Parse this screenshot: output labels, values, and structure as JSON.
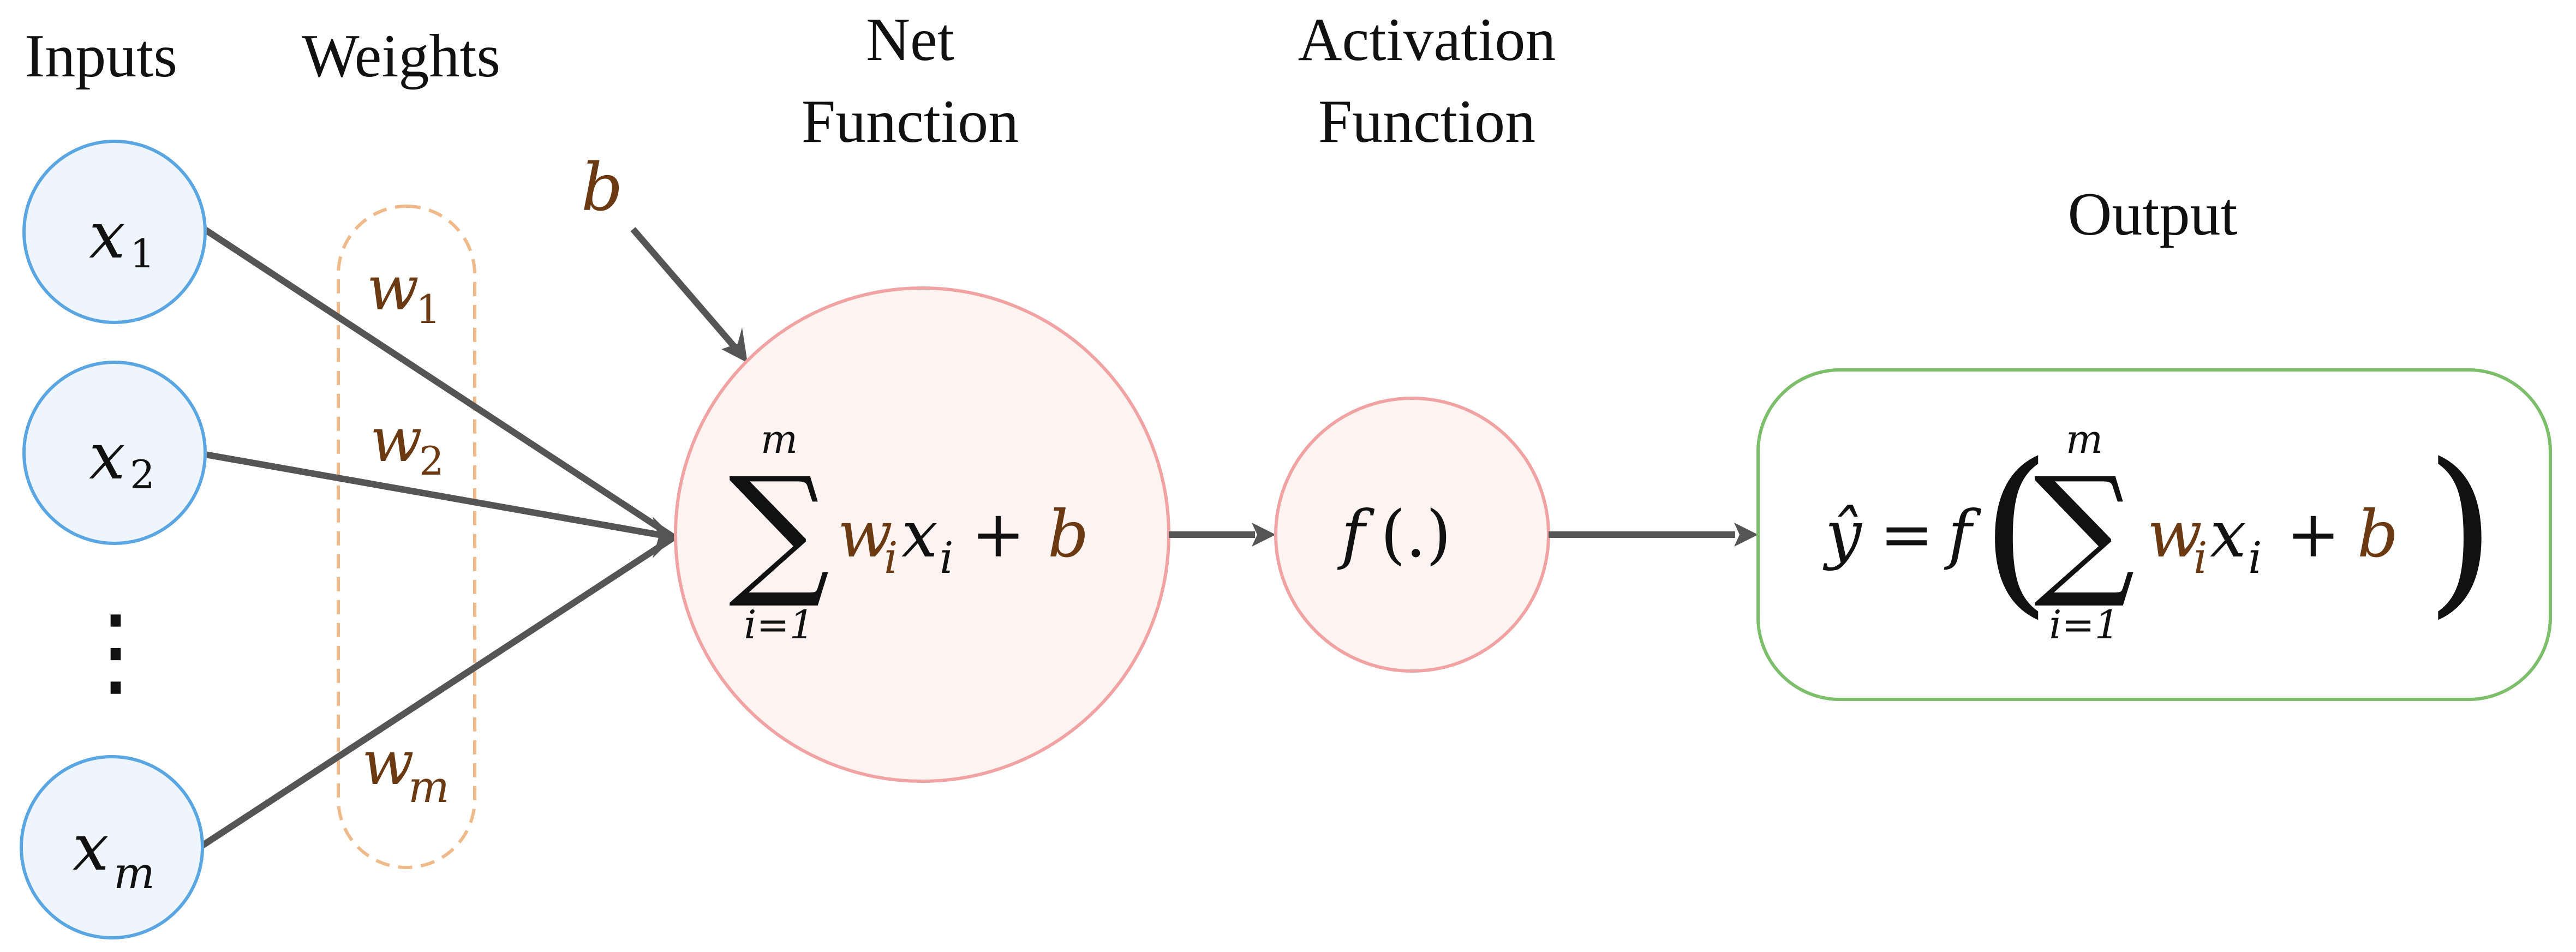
{
  "colors": {
    "input_fill": "#eef5fc",
    "input_stroke": "#5aa6e2",
    "weight_stroke": "#f0b98a",
    "neuron_fill": "#fdf4f1",
    "neuron_stroke": "#f1a3a3",
    "output_stroke": "#7cbe6a",
    "arrow": "#555555",
    "brown": "#6b3a12",
    "text": "#111111"
  },
  "headers": {
    "inputs": "Inputs",
    "weights": "Weights",
    "net_line1": "Net",
    "net_line2": "Function",
    "act_line1": "Activation",
    "act_line2": "Function",
    "output": "Output"
  },
  "inputs": {
    "x1": {
      "var": "x",
      "sub": "1"
    },
    "x2": {
      "var": "x",
      "sub": "2"
    },
    "dots": "⋮",
    "xm": {
      "var": "x",
      "sub": "m"
    }
  },
  "weights": {
    "w1": {
      "var": "w",
      "sub": "1"
    },
    "w2": {
      "var": "w",
      "sub": "2"
    },
    "wm": {
      "var": "w",
      "sub": "m"
    }
  },
  "bias": "b",
  "net_function": {
    "sum_symbol": "∑",
    "upper": "m",
    "lower": "i=1",
    "w": "w",
    "w_sub": "i",
    "x": "x",
    "x_sub": "i",
    "plus": "+",
    "b": "b"
  },
  "activation": {
    "f": "f",
    "arg": "(.)"
  },
  "output_formula": {
    "yhat": "ŷ",
    "equals": "=",
    "f": "f",
    "lparen": "(",
    "sum_symbol": "∑",
    "upper": "m",
    "lower": "i=1",
    "w": "w",
    "w_sub": "i",
    "x": "x",
    "x_sub": "i",
    "plus": "+",
    "b": "b",
    "rparen": ")"
  }
}
